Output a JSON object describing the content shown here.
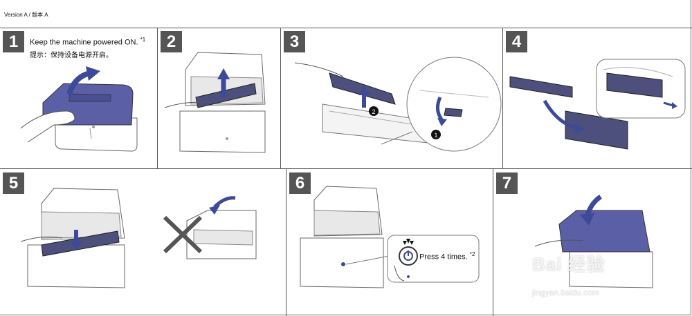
{
  "header": {
    "version": "Version A / 版本  A"
  },
  "steps": [
    {
      "number": "1",
      "text_en": "Keep the machine powered ON.",
      "note_en": "*1",
      "text_zh": "提示：保持设备电源开启。"
    },
    {
      "number": "2"
    },
    {
      "number": "3",
      "callout_1": "1",
      "callout_2": "2"
    },
    {
      "number": "4"
    },
    {
      "number": "5"
    },
    {
      "number": "6",
      "text": "Press 4 times.",
      "note": "*2"
    },
    {
      "number": "7"
    }
  ],
  "watermark": {
    "brand": "Bai  经验",
    "url": "jingyan.baidu.com"
  },
  "colors": {
    "lid": "#5b5fa6",
    "badge": "#555555",
    "arrow": "#3c4a97"
  }
}
